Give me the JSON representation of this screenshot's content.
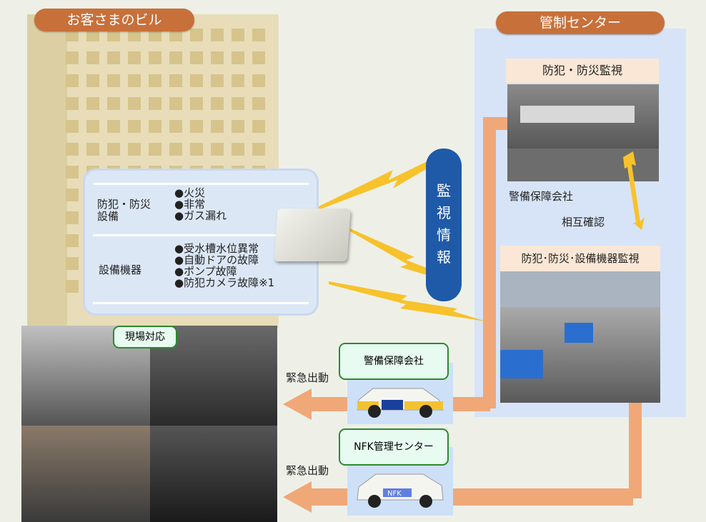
{
  "building": {
    "title": "お客さまのビル"
  },
  "center": {
    "title": "管制センター"
  },
  "equipment": {
    "group1_label": "防犯・防災\n設備",
    "group1_items": [
      "●火災",
      "●非常",
      "●ガス漏れ"
    ],
    "group2_label": "設備機器",
    "group2_items": [
      "●受水槽水位異常",
      "●自動ドアの故障",
      "●ポンプ故障",
      "●防犯カメラ故障※1"
    ]
  },
  "monitoring_info": [
    "監",
    "視",
    "情",
    "報"
  ],
  "security_monitoring": {
    "title": "防犯・防災監視",
    "caption": "警備保障会社"
  },
  "mutual_check": "相互確認",
  "equipment_monitoring": {
    "title": "防犯･防災･設備機器監視"
  },
  "field_response": "現場対応",
  "dispatch": [
    {
      "label": "緊急出動",
      "company": "警備保障会社"
    },
    {
      "label": "緊急出動",
      "company": "NFK管理センター",
      "car_tag": "NFK"
    }
  ],
  "colors": {
    "pill": "#c8703a",
    "arrow": "#f0a878",
    "monitor_bar": "#1e5aa8",
    "lightning": "#f7c22b"
  }
}
